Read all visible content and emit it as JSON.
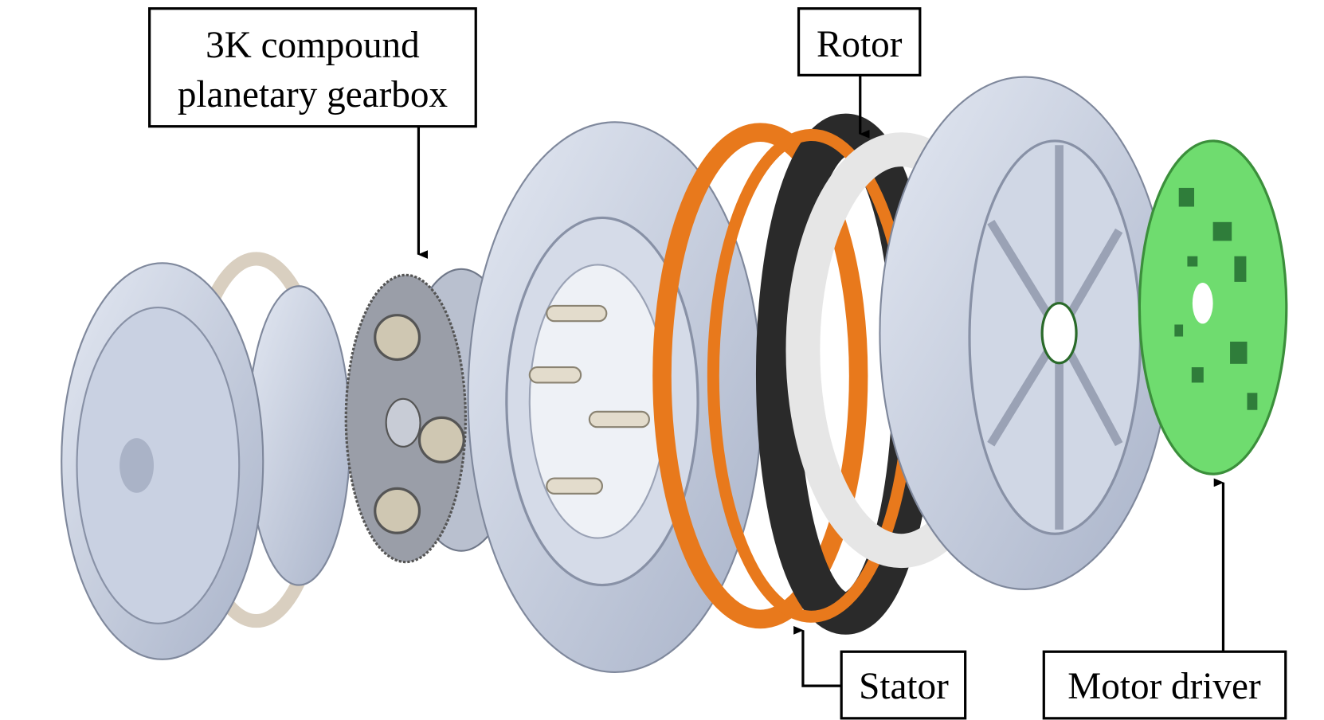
{
  "figure": {
    "labels": {
      "gearbox_line1": "3K compound",
      "gearbox_line2": "planetary gearbox",
      "rotor": "Rotor",
      "stator": "Stator",
      "motor_driver": "Motor driver"
    },
    "colors": {
      "housing": "#c3cbdd",
      "stator_coil": "#e8791c",
      "rotor_magnet": "#2a2a2a",
      "rotor_ring": "#e6e6e6",
      "pcb": "#6fdc6f",
      "bearing_ring": "#d9cfc0"
    }
  }
}
